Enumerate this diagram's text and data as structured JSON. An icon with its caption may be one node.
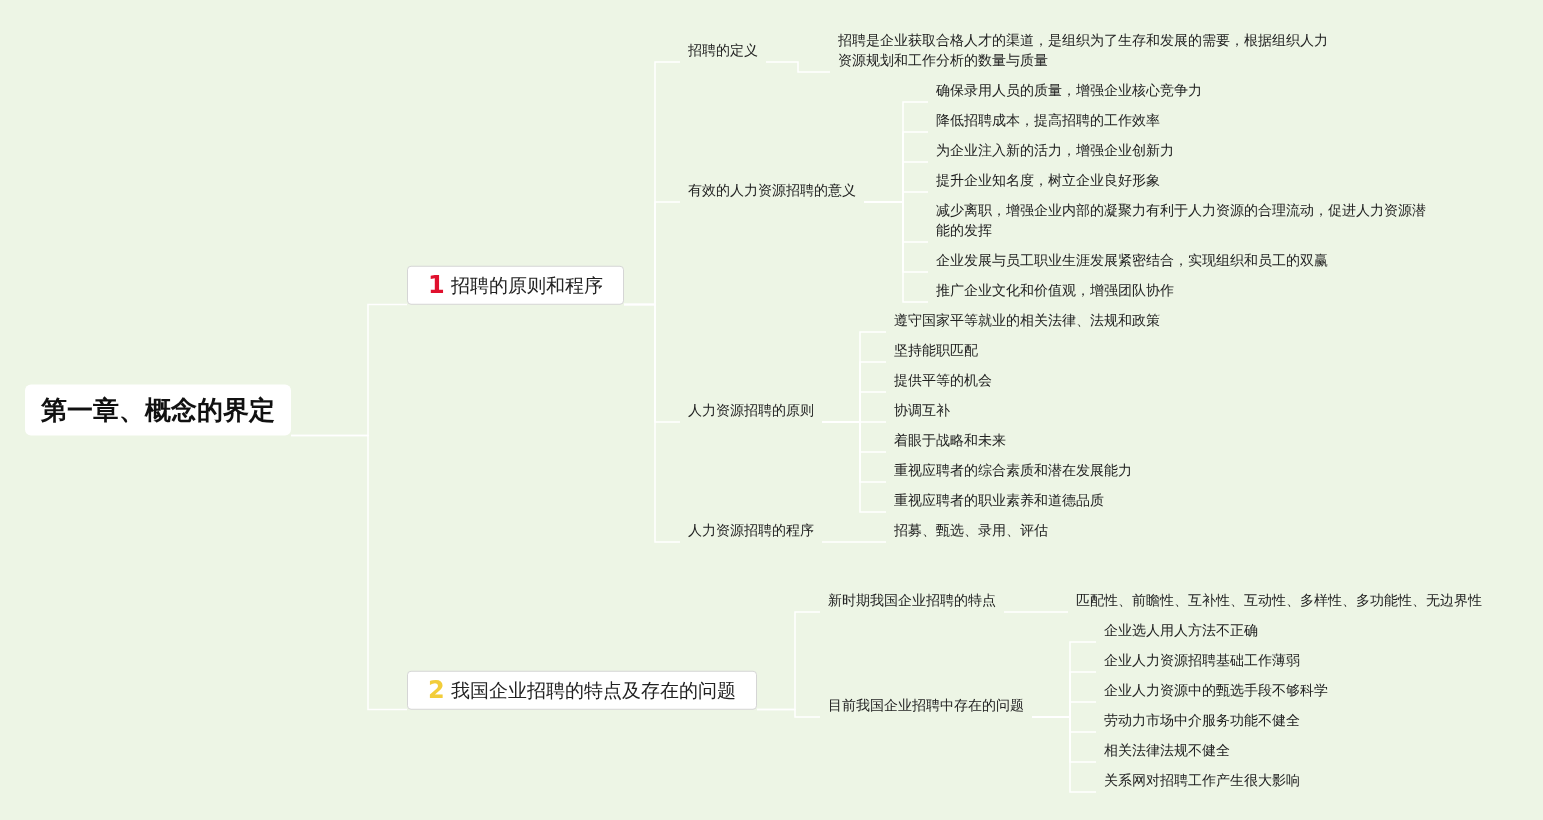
{
  "diagram": {
    "nodes": [
      {
        "text": [
          "第一章、概念的界定"
        ]
      },
      {
        "text": [
          "1",
          "招聘的原则和程序"
        ]
      },
      {
        "text": [
          "招聘的定义"
        ]
      },
      {
        "text": [
          "招聘是企业获取合格人才的渠道，是组织为了生存和发展的需要，根据组织人力资源规划和工作分析的数量与质量"
        ]
      },
      {
        "text": [
          "有效的人力资源招聘的意义"
        ]
      },
      {
        "text": [
          "确保录用人员的质量，增强企业核心竞争力"
        ]
      },
      {
        "text": [
          "降低招聘成本，提高招聘的工作效率"
        ]
      },
      {
        "text": [
          "为企业注入新的活力，增强企业创新力"
        ]
      },
      {
        "text": [
          "提升企业知名度，树立企业良好形象"
        ]
      },
      {
        "text": [
          "减少离职，增强企业内部的凝聚力有利于人力资源的合理流动，促进人力资源潜能的发挥"
        ]
      },
      {
        "text": [
          "企业发展与员工职业生涯发展紧密结合，实现组织和员工的双赢"
        ]
      },
      {
        "text": [
          "推广企业文化和价值观，增强团队协作"
        ]
      },
      {
        "text": [
          "人力资源招聘的原则"
        ]
      },
      {
        "text": [
          "遵守国家平等就业的相关法律、法规和政策"
        ]
      },
      {
        "text": [
          "坚持能职匹配"
        ]
      },
      {
        "text": [
          "提供平等的机会"
        ]
      },
      {
        "text": [
          "协调互补"
        ]
      },
      {
        "text": [
          "着眼于战略和未来"
        ]
      },
      {
        "text": [
          "重视应聘者的综合素质和潜在发展能力"
        ]
      },
      {
        "text": [
          "重视应聘者的职业素养和道德品质"
        ]
      },
      {
        "text": [
          "人力资源招聘的程序"
        ]
      },
      {
        "text": [
          "招募、甄选、录用、评估"
        ]
      },
      {
        "text": [
          "2",
          "我国企业招聘的特点及存在的问题"
        ]
      },
      {
        "text": [
          "新时期我国企业招聘的特点"
        ]
      },
      {
        "text": [
          "匹配性、前瞻性、互补性、互动性、多样性、多功能性、无边界性"
        ]
      },
      {
        "text": [
          "目前我国企业招聘中存在的问题"
        ]
      },
      {
        "text": [
          "企业选人用人方法不正确"
        ]
      },
      {
        "text": [
          "企业人力资源招聘基础工作薄弱"
        ]
      },
      {
        "text": [
          "企业人力资源中的甄选手段不够科学"
        ]
      },
      {
        "text": [
          "劳动力市场中介服务功能不健全"
        ]
      },
      {
        "text": [
          "相关法律法规不健全"
        ]
      },
      {
        "text": [
          "关系网对招聘工作产生很大影响"
        ]
      }
    ],
    "edges": [
      {
        "from": 0,
        "to": 1,
        "arrow": "none"
      },
      {
        "from": 0,
        "to": 22,
        "arrow": "none"
      },
      {
        "from": 1,
        "to": 2,
        "arrow": "none"
      },
      {
        "from": 1,
        "to": 4,
        "arrow": "none"
      },
      {
        "from": 1,
        "to": 12,
        "arrow": "none"
      },
      {
        "from": 1,
        "to": 20,
        "arrow": "none"
      },
      {
        "from": 2,
        "to": 3,
        "arrow": "none"
      },
      {
        "from": 4,
        "to": 5,
        "arrow": "none"
      },
      {
        "from": 4,
        "to": 6,
        "arrow": "none"
      },
      {
        "from": 4,
        "to": 7,
        "arrow": "none"
      },
      {
        "from": 4,
        "to": 8,
        "arrow": "none"
      },
      {
        "from": 4,
        "to": 9,
        "arrow": "none"
      },
      {
        "from": 4,
        "to": 10,
        "arrow": "none"
      },
      {
        "from": 4,
        "to": 11,
        "arrow": "none"
      },
      {
        "from": 12,
        "to": 13,
        "arrow": "none"
      },
      {
        "from": 12,
        "to": 14,
        "arrow": "none"
      },
      {
        "from": 12,
        "to": 15,
        "arrow": "none"
      },
      {
        "from": 12,
        "to": 16,
        "arrow": "none"
      },
      {
        "from": 12,
        "to": 17,
        "arrow": "none"
      },
      {
        "from": 12,
        "to": 18,
        "arrow": "none"
      },
      {
        "from": 12,
        "to": 19,
        "arrow": "none"
      },
      {
        "from": 20,
        "to": 21,
        "arrow": "none"
      },
      {
        "from": 22,
        "to": 23,
        "arrow": "none"
      },
      {
        "from": 22,
        "to": 25,
        "arrow": "none"
      },
      {
        "from": 23,
        "to": 24,
        "arrow": "none"
      },
      {
        "from": 25,
        "to": 26,
        "arrow": "none"
      },
      {
        "from": 25,
        "to": 27,
        "arrow": "none"
      },
      {
        "from": 25,
        "to": 28,
        "arrow": "none"
      },
      {
        "from": 25,
        "to": 29,
        "arrow": "none"
      },
      {
        "from": 25,
        "to": 30,
        "arrow": "none"
      },
      {
        "from": 25,
        "to": 31,
        "arrow": "none"
      }
    ]
  }
}
